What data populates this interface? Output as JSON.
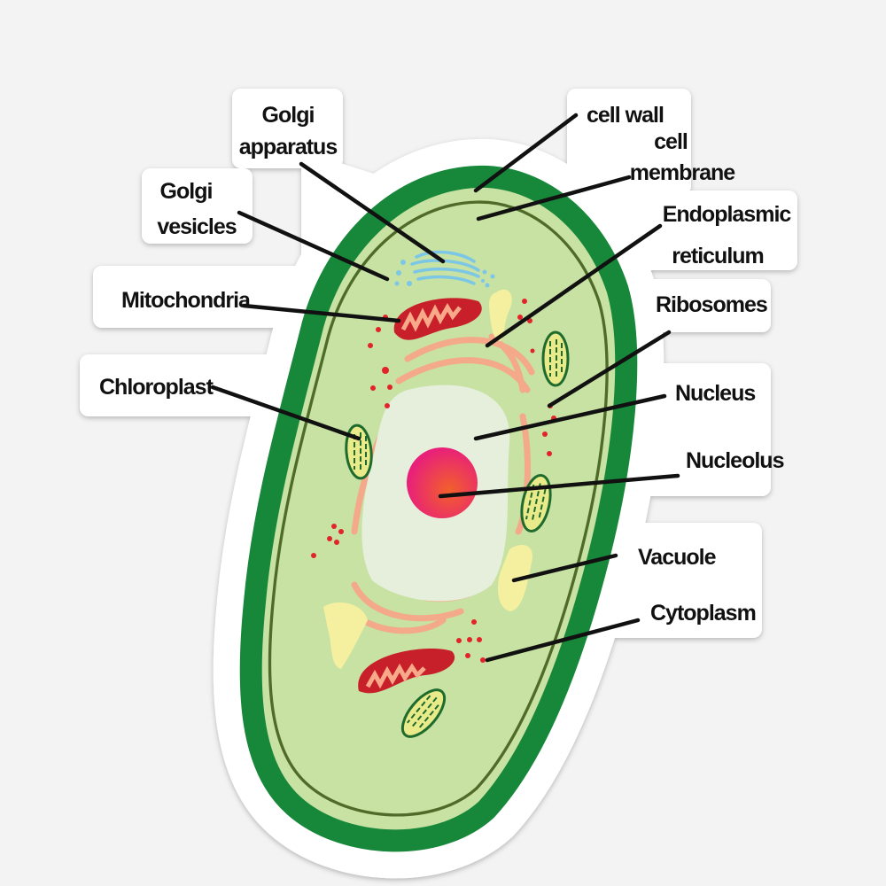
{
  "title": "Plant cell diagram",
  "labels": {
    "golgi_apparatus": [
      "Golgi",
      "apparatus"
    ],
    "golgi_vesicles": [
      "Golgi",
      "vesicles"
    ],
    "mitochondria": "Mitochondria",
    "chloroplast": "Chloroplast",
    "cell_wall": "cell wall",
    "cell_membrane": [
      "cell",
      "membrane"
    ],
    "endoplasmic_reticulum": [
      "Endoplasmic",
      "reticulum"
    ],
    "ribosomes": "Ribosomes",
    "nucleus": "Nucleus",
    "nucleolus": "Nucleolus",
    "vacuole": "Vacuole",
    "cytoplasm": "Cytoplasm"
  },
  "colors": {
    "cell_wall": "#17873a",
    "cytoplasm": "#c7e2a2",
    "membrane": "#4f6b2a",
    "nucleus": "#e6efdc",
    "nucleolus": "#e8266e",
    "mitochondria": "#c8202a",
    "er": "#f4a98a",
    "golgi": "#7cc6e6",
    "vacuole": "#f5f0a0",
    "chloroplast": "#e9eb8a",
    "ribosome": "#e2242a"
  }
}
